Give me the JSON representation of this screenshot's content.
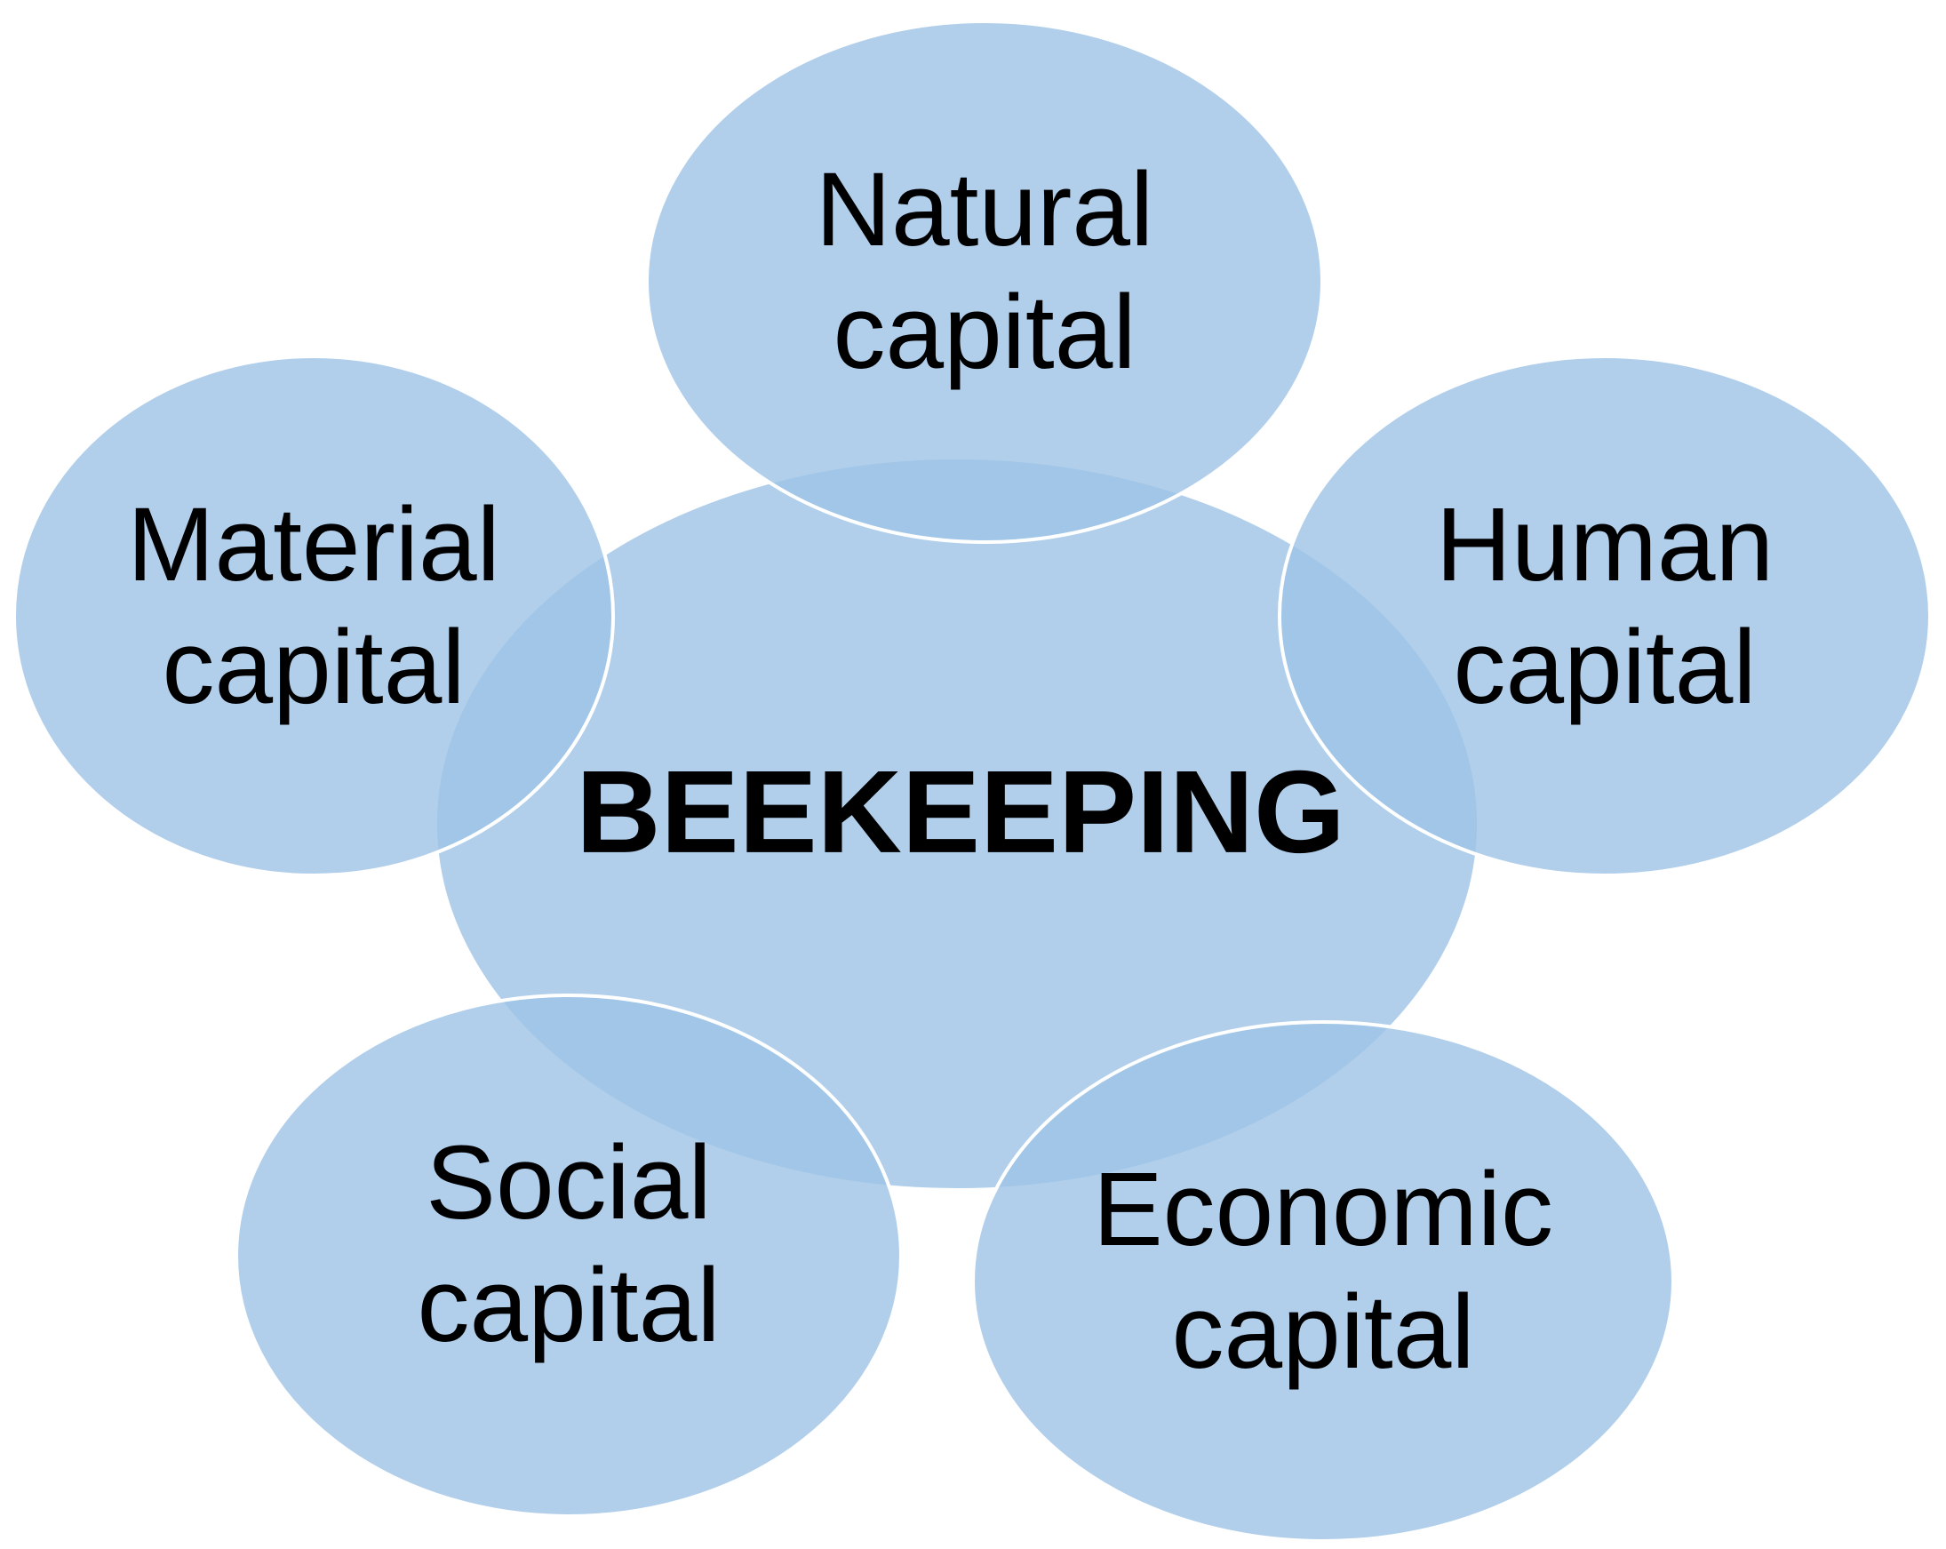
{
  "diagram": {
    "type": "venn-radial",
    "fill_color": "#9dc3e6",
    "stroke_color": "#ffffff",
    "text_color": "#000000",
    "center": {
      "label": "BEEKEEPING"
    },
    "nodes": [
      {
        "id": "natural",
        "line1": "Natural",
        "line2": "capital"
      },
      {
        "id": "material",
        "line1": "Material",
        "line2": "capital"
      },
      {
        "id": "human",
        "line1": "Human",
        "line2": "capital"
      },
      {
        "id": "social",
        "line1": "Social",
        "line2": "capital"
      },
      {
        "id": "economic",
        "line1": "Economic",
        "line2": "capital"
      }
    ]
  }
}
